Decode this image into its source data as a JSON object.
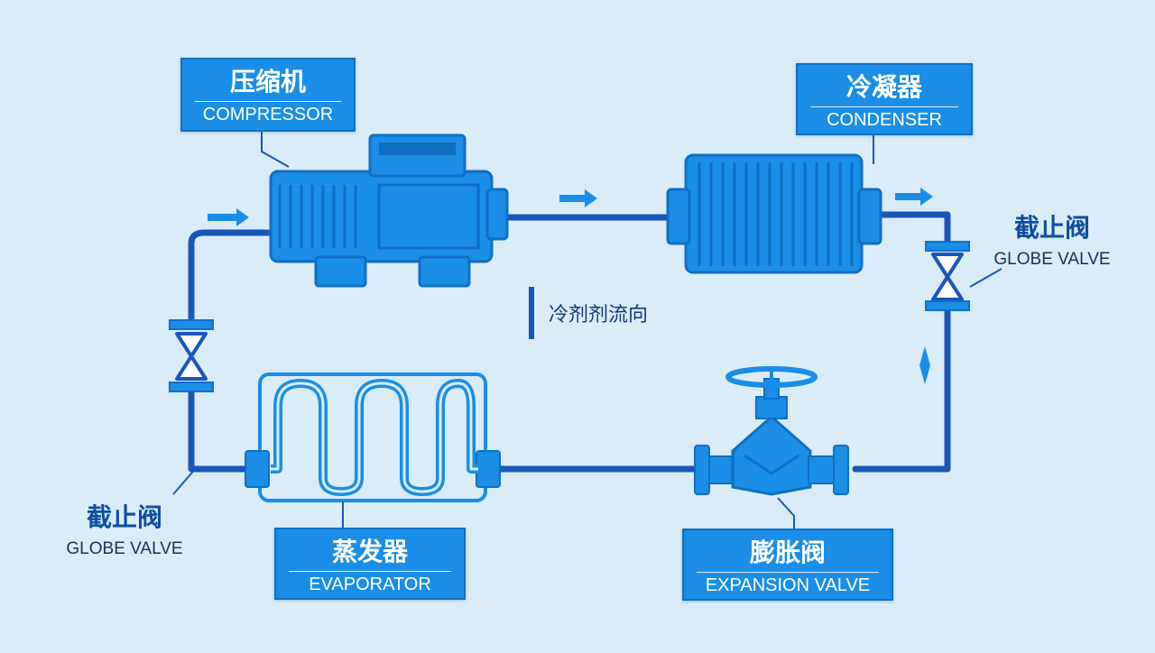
{
  "labels": {
    "compressor": {
      "zh": "压缩机",
      "en": "COMPRESSOR"
    },
    "condenser": {
      "zh": "冷凝器",
      "en": "CONDENSER"
    },
    "globe_valve_right": {
      "zh": "截止阀",
      "en": "GLOBE VALVE"
    },
    "globe_valve_left": {
      "zh": "截止阀",
      "en": "GLOBE VALVE"
    },
    "evaporator": {
      "zh": "蒸发器",
      "en": "EVAPORATOR"
    },
    "expansion_valve": {
      "zh": "膨胀阀",
      "en": "EXPANSION VALVE"
    }
  },
  "legend": {
    "text": "冷剂剂流向"
  },
  "colors": {
    "background": "#d9ecf8",
    "pipe": "#1a56b8",
    "equipment": "#1a8ee6",
    "equipment_dark": "#0f6fc4",
    "label_box": "#1a8ee6",
    "label_text": "#ffffff",
    "free_label_zh": "#0d4fa0",
    "free_label_en": "#1b2f55"
  },
  "icons": {
    "compressor": "compressor-icon",
    "condenser": "condenser-icon",
    "evaporator": "evaporator-coil-icon",
    "expansion_valve": "expansion-valve-icon",
    "globe_valve": "globe-valve-icon",
    "flow_arrow": "flow-arrow-icon"
  }
}
